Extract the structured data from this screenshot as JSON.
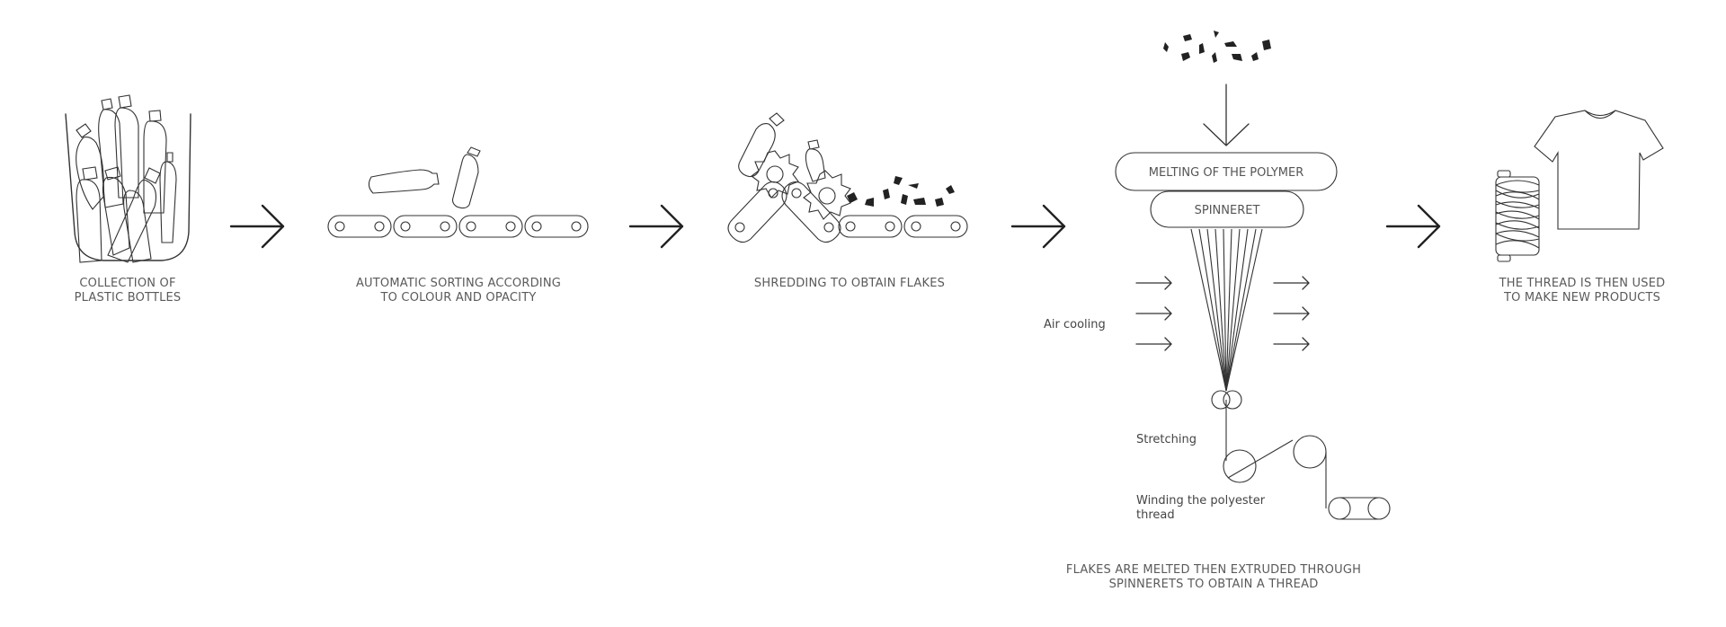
{
  "steps": [
    {
      "id": "collection",
      "caption_lines": [
        "COLLECTION OF",
        "PLASTIC BOTTLES"
      ]
    },
    {
      "id": "sorting",
      "caption_lines": [
        "AUTOMATIC SORTING ACCORDING",
        "TO COLOUR AND OPACITY"
      ]
    },
    {
      "id": "shredding",
      "caption_lines": [
        "SHREDDING TO OBTAIN FLAKES"
      ]
    },
    {
      "id": "extrusion",
      "caption_lines": [
        "FLAKES ARE MELTED THEN EXTRUDED THROUGH",
        "SPINNERETS TO OBTAIN A THREAD"
      ]
    },
    {
      "id": "products",
      "caption_lines": [
        "THE THREAD IS THEN USED",
        "TO MAKE NEW PRODUCTS"
      ]
    }
  ],
  "extrusion": {
    "melting_label": "MELTING OF THE POLYMER",
    "spinneret_label": "SPINNERET",
    "air_cooling_label": "Air cooling",
    "stretching_label": "Stretching",
    "winding_label_lines": [
      "Winding the polyester",
      "thread"
    ]
  },
  "icons": [
    "bin-with-bottles-icon",
    "conveyor-sorting-icon",
    "shredder-icon",
    "spinning-extruder-icon",
    "thread-spool-icon",
    "t-shirt-icon",
    "arrow-right-icon"
  ]
}
